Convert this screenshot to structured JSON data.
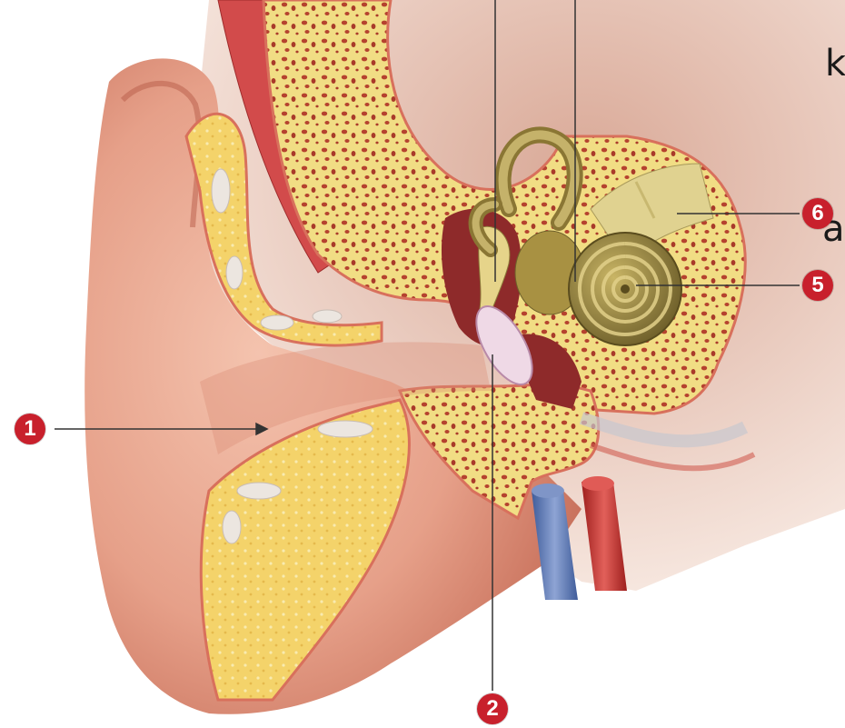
{
  "edge_fragments": [
    "k",
    "a"
  ],
  "labels": [
    {
      "id": "1",
      "text": "1"
    },
    {
      "id": "2",
      "text": "2"
    },
    {
      "id": "5",
      "text": "5"
    },
    {
      "id": "6",
      "text": "6"
    }
  ],
  "colors": {
    "marker": "#c8202c",
    "skin": "#e8a58d",
    "skin_dark": "#c56e5a",
    "bone": "#f2e08a",
    "bone_pore": "#b5422f",
    "cochlea": "#9c8a45",
    "eardrum": "#efd9e6",
    "vein": "#5a77b5",
    "artery": "#c8322d",
    "leader": "#333333"
  }
}
